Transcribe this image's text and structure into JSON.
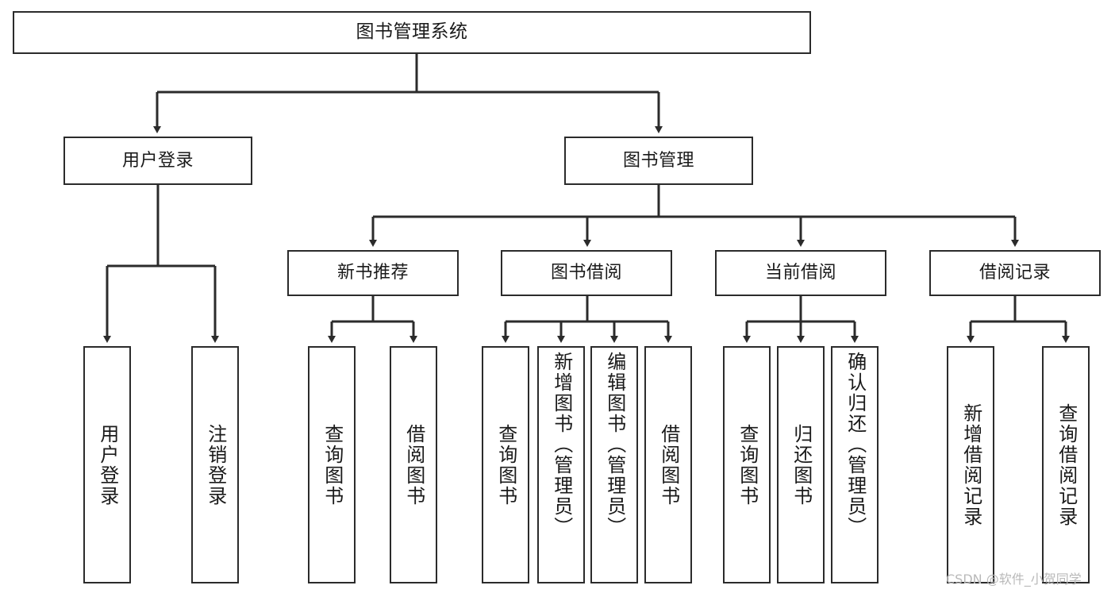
{
  "diagram": {
    "title": "图书管理系统",
    "type": "tree-hierarchy-chart",
    "root": {
      "label": "图书管理系统"
    },
    "level1": [
      {
        "label": "用户登录"
      },
      {
        "label": "图书管理"
      }
    ],
    "level2": [
      {
        "label": "新书推荐"
      },
      {
        "label": "图书借阅"
      },
      {
        "label": "当前借阅"
      },
      {
        "label": "借阅记录"
      }
    ],
    "leaves": {
      "user_login": [
        {
          "label": "用户登录"
        },
        {
          "label": "注销登录"
        }
      ],
      "new_book_recommend": [
        {
          "label": "查询图书"
        },
        {
          "label": "借阅图书"
        }
      ],
      "book_borrow": [
        {
          "label": "查询图书"
        },
        {
          "label": "新增图书（管理员）"
        },
        {
          "label": "编辑图书（管理员）"
        },
        {
          "label": "借阅图书"
        }
      ],
      "current_borrow": [
        {
          "label": "查询图书"
        },
        {
          "label": "归还图书"
        },
        {
          "label": "确认归还（管理员）"
        }
      ],
      "borrow_record": [
        {
          "label": "新增借阅记录"
        },
        {
          "label": "查询借阅记录"
        }
      ]
    },
    "watermark": "CSDN @软件_小贺同学",
    "colors": {
      "stroke": "#2b2b2b",
      "background": "#ffffff",
      "text": "#1a1a1a",
      "watermark": "#b9b9b9"
    }
  }
}
